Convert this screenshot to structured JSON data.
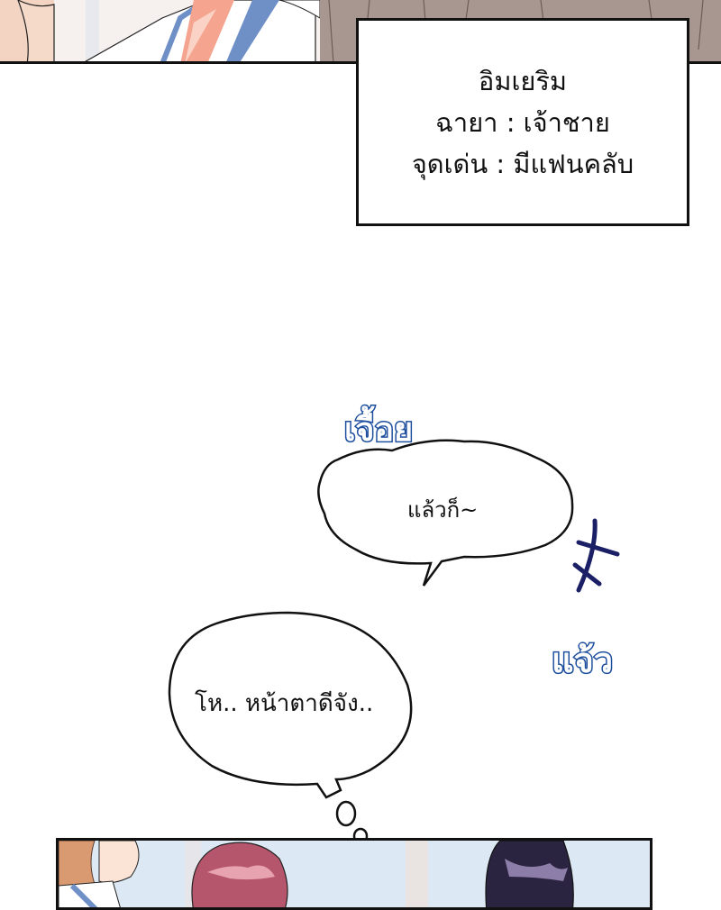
{
  "page": {
    "background": "#ffffff"
  },
  "caption": {
    "lines": [
      "อิมเยริม",
      "ฉายา : เจ้าชาย",
      "จุดเด่น : มีแฟนคลับ"
    ]
  },
  "bubbles": [
    {
      "text": "แล้วก็~",
      "type": "cloud-speech"
    },
    {
      "text": "โห.. หน้าตาดีจัง..",
      "type": "thought"
    }
  ],
  "sfx": [
    {
      "text": "เจื้อย",
      "color": "#1e4f9e"
    },
    {
      "text": "แจ้ว",
      "color": "#1e4f9e"
    }
  ],
  "colors": {
    "sfx_outline": "#1e4f9e",
    "music_mark": "#1a1f66",
    "panel_border": "#111111"
  }
}
